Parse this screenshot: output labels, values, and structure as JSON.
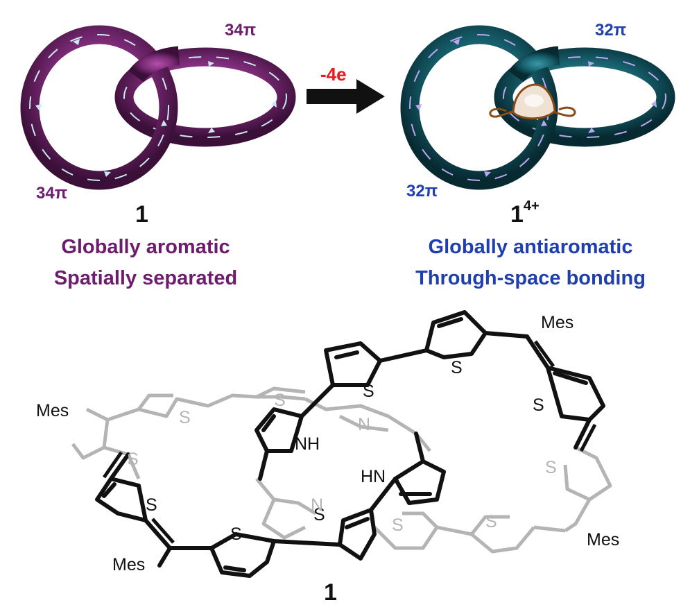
{
  "colors": {
    "neutral_ring": "#6a2366",
    "neutral_text": "#6e1c6e",
    "oxidized_ring": "#155e6b",
    "oxidized_text": "#1f3fb0",
    "arrow": "#111111",
    "electrons": "#e81c1c",
    "pale_arrow_neutral": "#cfe6f3",
    "pale_arrow_oxidized": "#b9a8ee",
    "orbital_lobe": "#efe2d2",
    "orbital_edge": "#8a4a16",
    "black_skeleton": "#111111",
    "gray_skeleton": "#b4b4b4"
  },
  "icons": [
    "ring-current-arrow",
    "reaction-arrow",
    "orbital-lobe-icon"
  ],
  "scheme": {
    "neutral": {
      "pi_left": "34π",
      "pi_right": "34π",
      "compound": "1",
      "desc_line1": "Globally aromatic",
      "desc_line2": "Spatially separated"
    },
    "reaction": {
      "electrons": "-4e"
    },
    "oxidized": {
      "pi_left": "32π",
      "pi_right": "32π",
      "compound": "1",
      "charge": "4+",
      "desc_line1": "Globally antiaromatic",
      "desc_line2": "Through-space bonding"
    }
  },
  "structure": {
    "compound": "1",
    "mes_labels": [
      "Mes",
      "Mes",
      "Mes",
      "Mes"
    ],
    "nh_labels": [
      "NH",
      "HN"
    ],
    "black_s": [
      "S",
      "S",
      "S",
      "S",
      "S",
      "S"
    ],
    "gray_s": [
      "S",
      "S",
      "S",
      "S",
      "S",
      "S"
    ],
    "gray_n": [
      "N",
      "N"
    ]
  }
}
